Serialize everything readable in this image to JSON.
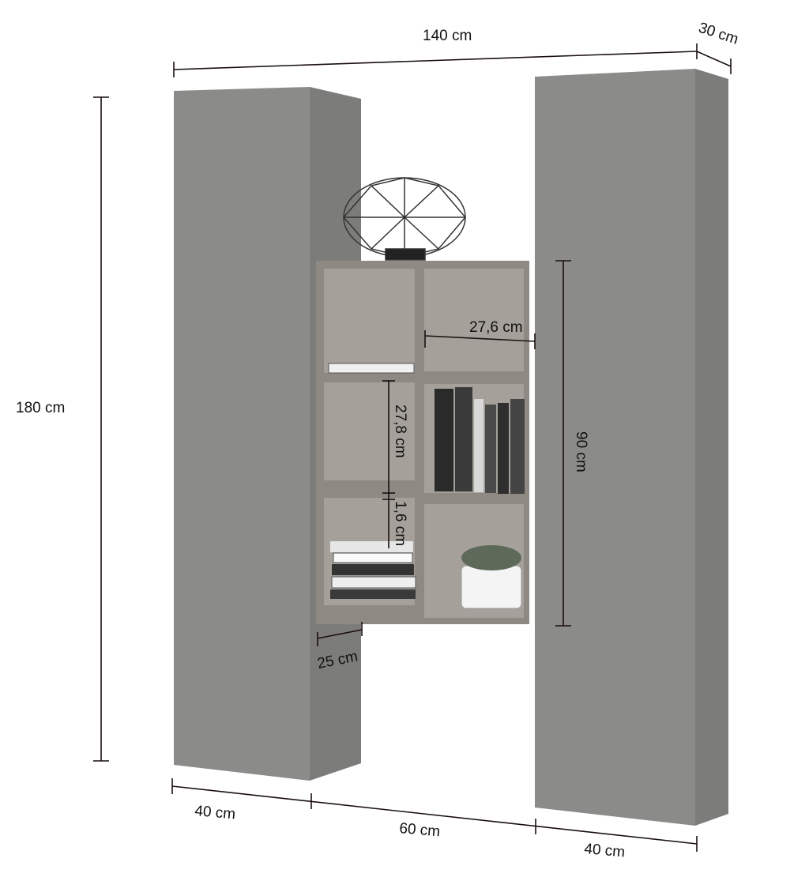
{
  "title": "Wall unit dimensions",
  "colors": {
    "cabinet_front": "#8b8b89",
    "cabinet_side": "#7c7c7a",
    "shelf_frame": "#8e8a83",
    "shelf_inner": "#a5a19a",
    "dimension_line": "#1a0f0f"
  },
  "dimensions": {
    "total_width": "140 cm",
    "depth": "30 cm",
    "height": "180 cm",
    "cell_width": "27,6 cm",
    "cell_height": "27,8 cm",
    "board_thickness": "1,6 cm",
    "shelf_height": "90 cm",
    "shelf_depth": "25 cm",
    "left_cabinet_width": "40 cm",
    "shelf_width": "60 cm",
    "right_cabinet_width": "40 cm"
  }
}
